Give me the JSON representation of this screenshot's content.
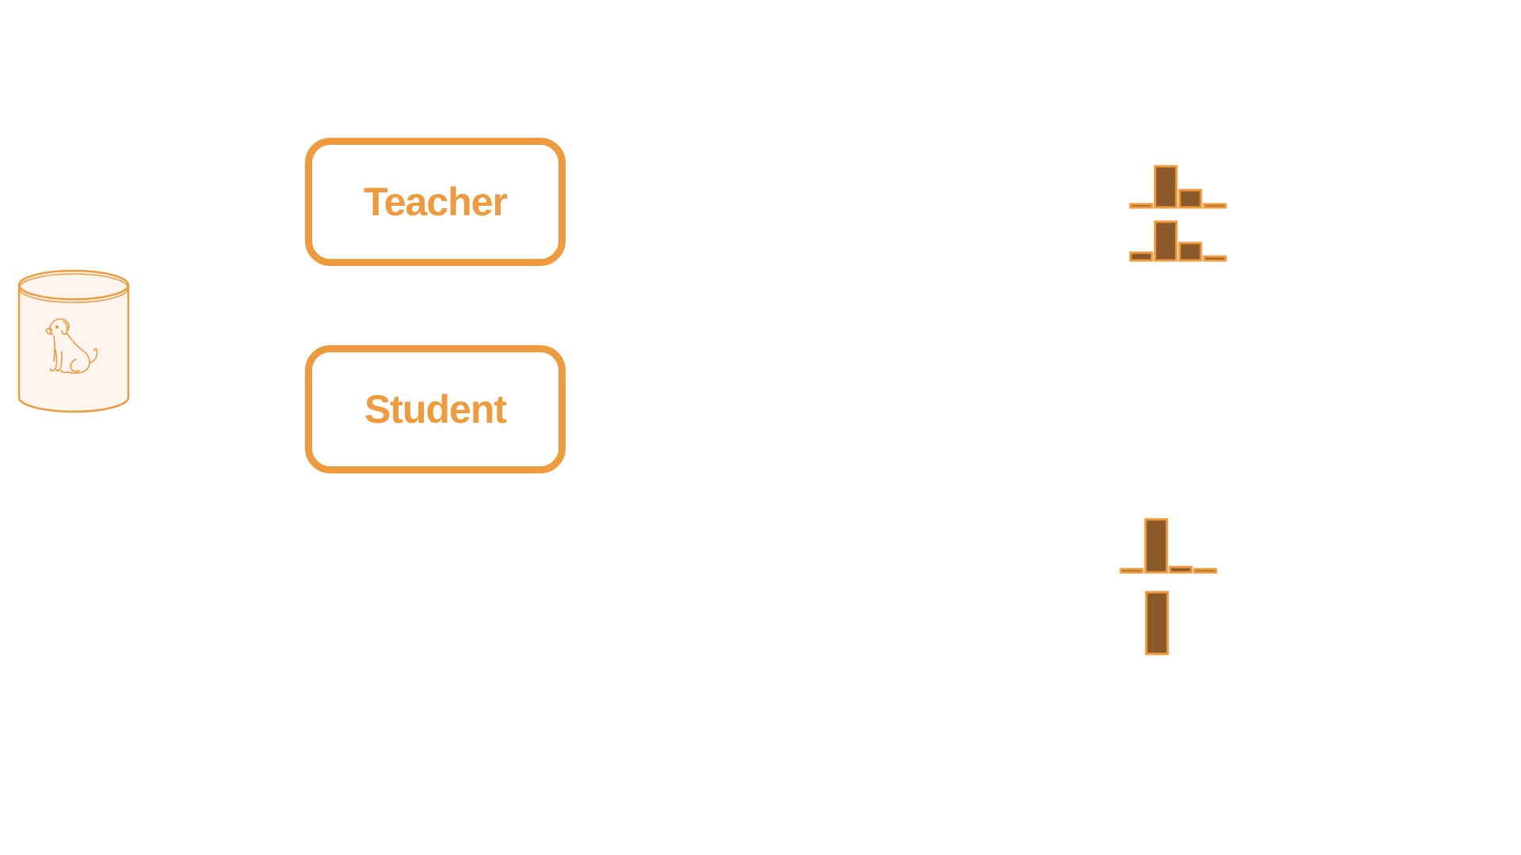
{
  "diagram": {
    "teacher_label": "Teacher",
    "student_label": "Student"
  },
  "colors": {
    "accent": "#F09A3E",
    "bar_fill": "#8B5A2B",
    "dataset_fill": "#FFF4EE"
  },
  "icons": {
    "dataset": "database-cylinder-icon",
    "dataset_image": "dog-icon"
  },
  "chart_data": [
    {
      "type": "bar",
      "name_hint": "",
      "values": [
        0.08,
        1.0,
        0.42,
        0.05
      ],
      "ylim": [
        0,
        1
      ]
    },
    {
      "type": "bar",
      "values": [
        0.2,
        1.0,
        0.45,
        0.1
      ],
      "ylim": [
        0,
        1
      ]
    },
    {
      "type": "bar",
      "values": [
        0.04,
        1.0,
        0.1,
        0.02
      ],
      "ylim": [
        0,
        1
      ]
    },
    {
      "type": "bar",
      "values": [
        1.0
      ],
      "ylim": [
        0,
        1
      ]
    }
  ]
}
